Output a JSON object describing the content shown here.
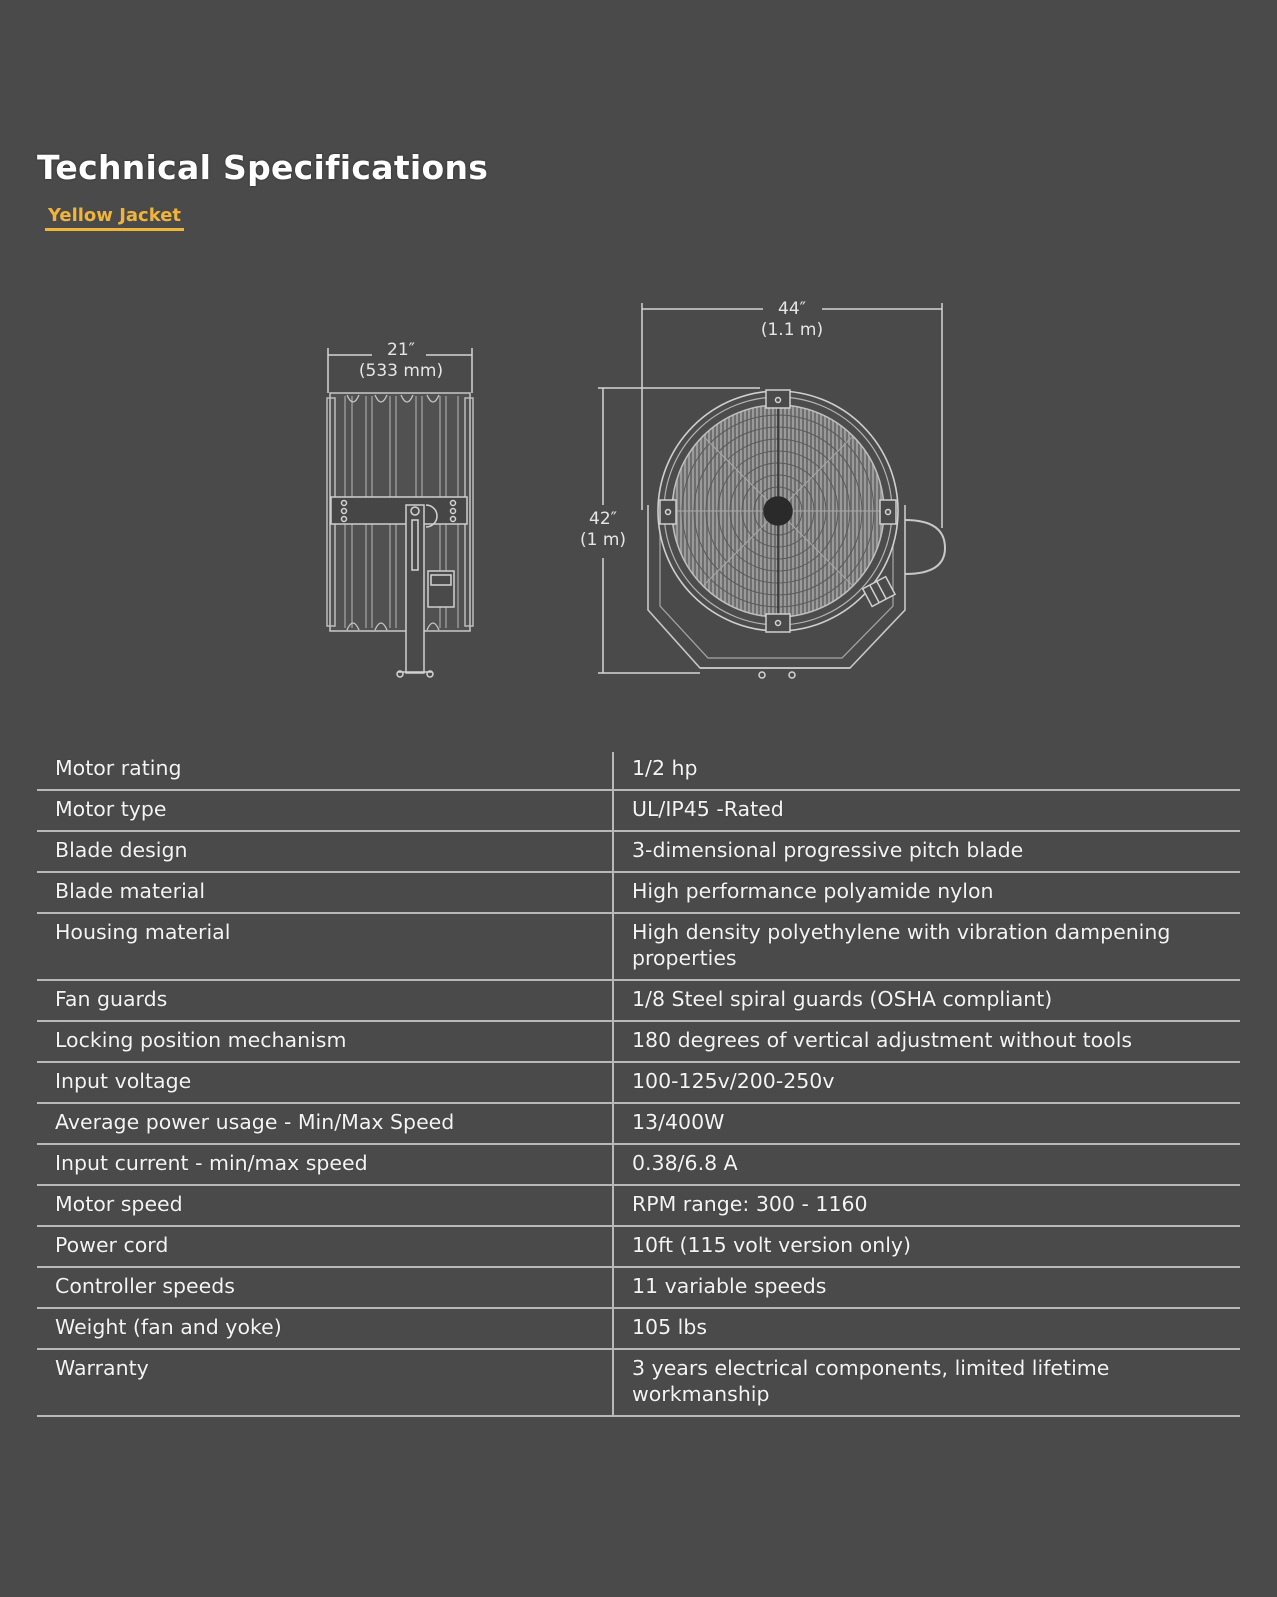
{
  "page": {
    "title": "Technical Specifications",
    "product_link": "Yellow Jacket",
    "accent_color": "#f0b43c",
    "background_color": "#4a4a4a"
  },
  "drawings": {
    "side_view": {
      "width_imperial": "21″",
      "width_metric": "(533 mm)"
    },
    "front_view": {
      "width_imperial": "44″",
      "width_metric": "(1.1 m)",
      "height_imperial": "42″",
      "height_metric": "(1 m)"
    }
  },
  "specs": [
    {
      "label": "Motor rating",
      "value": "1/2 hp"
    },
    {
      "label": "Motor type",
      "value": "UL/IP45 -Rated"
    },
    {
      "label": "Blade design",
      "value": "3-dimensional progressive pitch blade"
    },
    {
      "label": "Blade material",
      "value": "High performance polyamide nylon"
    },
    {
      "label": "Housing material",
      "value": "High density polyethylene with vibration dampening properties"
    },
    {
      "label": "Fan guards",
      "value": "1/8 Steel spiral guards (OSHA compliant)"
    },
    {
      "label": "Locking position mechanism",
      "value": "180 degrees of vertical adjustment without tools"
    },
    {
      "label": "Input voltage",
      "value": "100-125v/200-250v"
    },
    {
      "label": "Average power usage - Min/Max Speed",
      "value": "13/400W"
    },
    {
      "label": "Input current - min/max speed",
      "value": "0.38/6.8 A"
    },
    {
      "label": "Motor speed",
      "value": "RPM range: 300 - 1160"
    },
    {
      "label": "Power cord",
      "value": "10ft (115 volt version only)"
    },
    {
      "label": "Controller speeds",
      "value": "11 variable speeds"
    },
    {
      "label": "Weight (fan and yoke)",
      "value": "105 lbs"
    },
    {
      "label": "Warranty",
      "value": "3 years electrical components, limited lifetime workmanship"
    }
  ]
}
